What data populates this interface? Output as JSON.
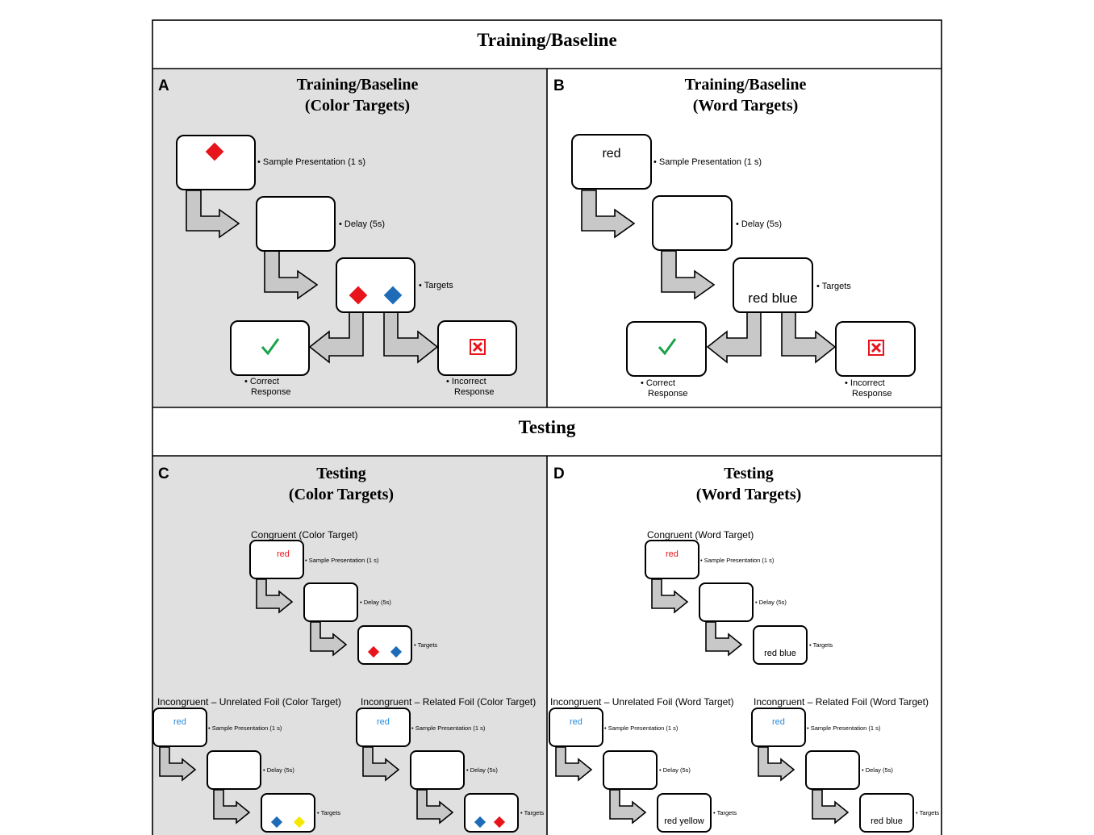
{
  "sections": {
    "top_title": "Training/Baseline",
    "mid_title": "Testing"
  },
  "panels": {
    "A": {
      "letter": "A",
      "title1": "Training/Baseline",
      "title2": "(Color Targets)"
    },
    "B": {
      "letter": "B",
      "title1": "Training/Baseline",
      "title2": "(Word Targets)"
    },
    "C": {
      "letter": "C",
      "title1": "Testing",
      "title2": "(Color Targets)"
    },
    "D": {
      "letter": "D",
      "title1": "Testing",
      "title2": "(Word Targets)"
    }
  },
  "labels": {
    "sample": "• Sample Presentation (1 s)",
    "delay": "• Delay (5s)",
    "targets": "• Targets",
    "correct1": "• Correct",
    "correct2": "Response",
    "incorrect1": "• Incorrect",
    "incorrect2": "Response"
  },
  "words": {
    "red": "red",
    "red_blue": "red blue",
    "red_blue_small": "red  blue",
    "red_yellow": "red   yellow"
  },
  "subtitles": {
    "c_congruent": "Congruent (Color Target)",
    "c_unrelated": "Incongruent – Unrelated Foil (Color Target)",
    "c_related": "Incongruent – Related Foil (Color Target)",
    "d_congruent": "Congruent (Word Target)",
    "d_unrelated": "Incongruent – Unrelated Foil  (Word Target)",
    "d_related": "Incongruent – Related Foil (Word Target)"
  },
  "icons": {
    "check": "check-icon",
    "cross": "cross-box-icon",
    "diamond": "diamond-icon"
  },
  "colors": {
    "panel_gray": "#e0e0e0",
    "red": "#e8141c",
    "blue": "#1e6bb8",
    "light_blue": "#2a8ad6",
    "yellow": "#f5e800",
    "green": "#1aa34a",
    "arrow_fill": "#c8c8c8"
  }
}
